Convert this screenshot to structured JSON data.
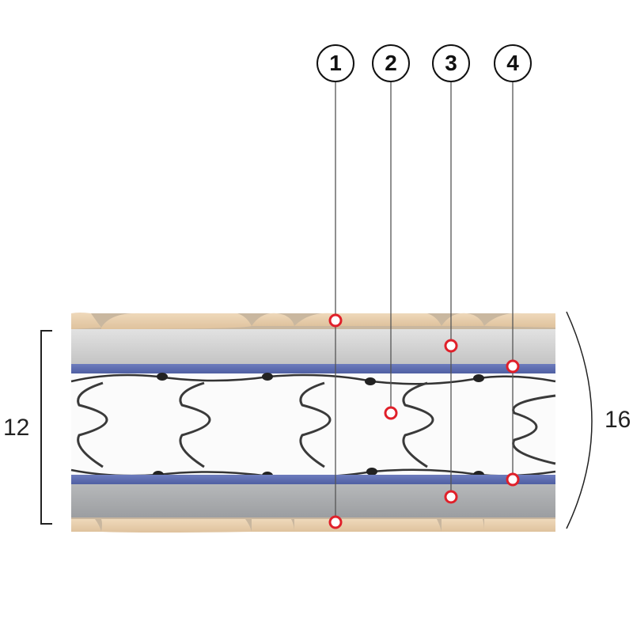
{
  "callouts": [
    {
      "label": "1"
    },
    {
      "label": "2"
    },
    {
      "label": "3"
    },
    {
      "label": "4"
    }
  ],
  "dimensions": {
    "spring_block_height": "12",
    "total_height": "16"
  },
  "colors": {
    "cover": "#e8cfae",
    "felt": "#d4d4d4",
    "felt_bottom": "#a9abad",
    "mesh": "#5a6cb0",
    "spring_wire": "#333333",
    "marker": "#e0202a"
  }
}
